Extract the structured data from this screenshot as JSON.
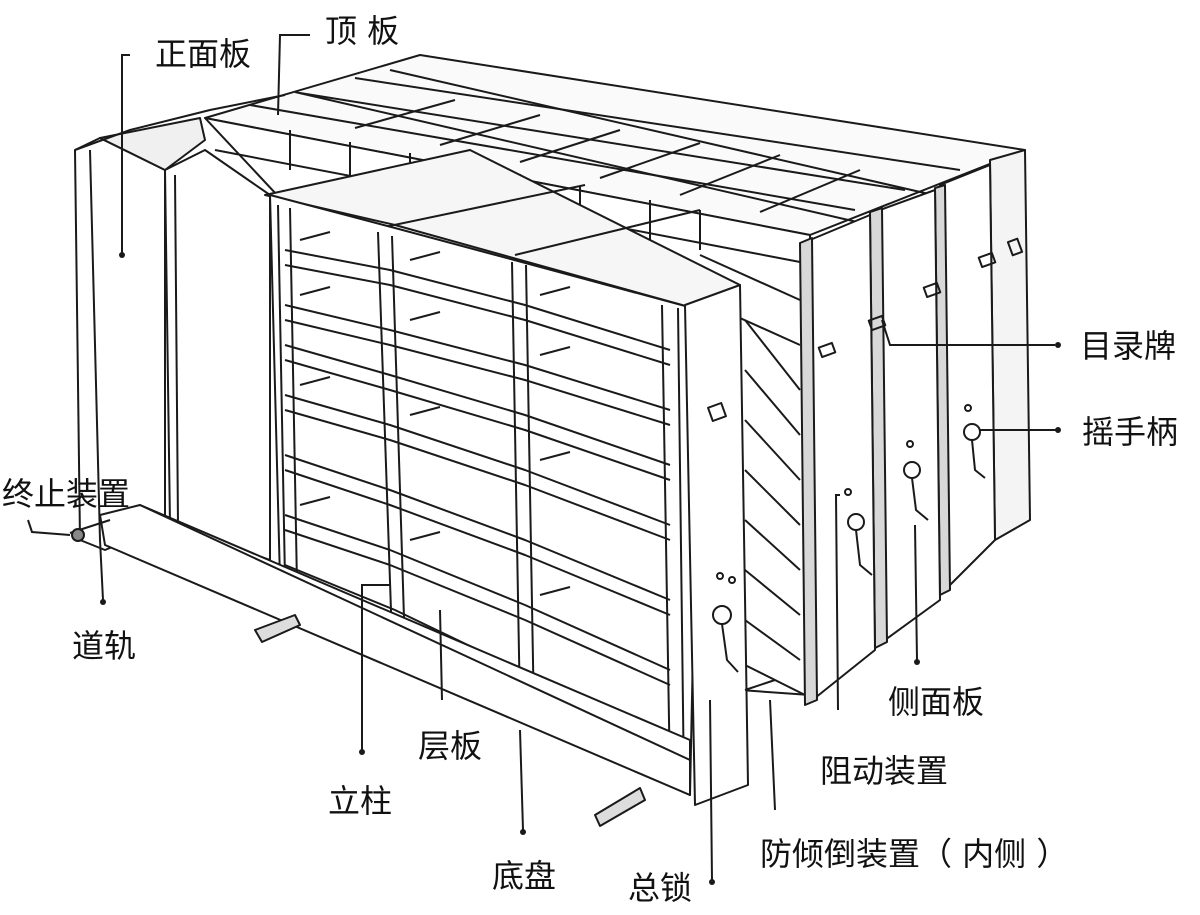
{
  "labels": {
    "front_panel": "正面板",
    "top_panel": "顶 板",
    "catalog_card": "目录牌",
    "crank_handle": "摇手柄",
    "stop_device": "终止装置",
    "rail": "道轨",
    "side_panel": "侧面板",
    "damping_device": "阻动装置",
    "shelf_board": "层板",
    "upright_post": "立柱",
    "anti_tilt_device": "防倾倒装置（ 内侧 ）",
    "base_tray": "底盘",
    "master_lock": "总锁"
  },
  "colors": {
    "line": "#1a1a1a",
    "panel": "#ffffff",
    "shade": "#e6e6e6",
    "background": "#ffffff"
  }
}
